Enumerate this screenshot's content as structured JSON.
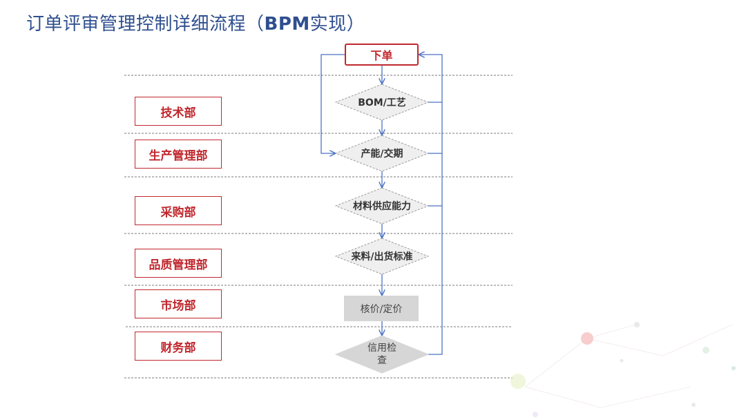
{
  "title": {
    "cn_pre": "订单评审管理控制详细流程（",
    "latin": "BPM",
    "cn_post": "实现）"
  },
  "departments": [
    {
      "label": "技术部"
    },
    {
      "label": "生产管理部"
    },
    {
      "label": "采购部"
    },
    {
      "label": "品质管理部"
    },
    {
      "label": "市场部"
    },
    {
      "label": "财务部"
    }
  ],
  "flow": {
    "start": "下单",
    "steps": [
      {
        "label": "BOM/工艺",
        "shape": "diamond"
      },
      {
        "label": "产能/交期",
        "shape": "diamond"
      },
      {
        "label": "材料供应能力",
        "shape": "diamond"
      },
      {
        "label": "来料/出货标准",
        "shape": "diamond"
      },
      {
        "label": "核价/定价",
        "shape": "rect"
      },
      {
        "label_line1": "信用检",
        "label_line2": "查",
        "shape": "diamond-filled"
      }
    ]
  },
  "colors": {
    "title": "#2f4f8f",
    "accent_red": "#c0272d",
    "connector_blue": "#4a72c4",
    "diamond_fill": "#efefef",
    "diamond_stroke": "#9a9a9a",
    "filled_node": "#d6d6d6"
  }
}
